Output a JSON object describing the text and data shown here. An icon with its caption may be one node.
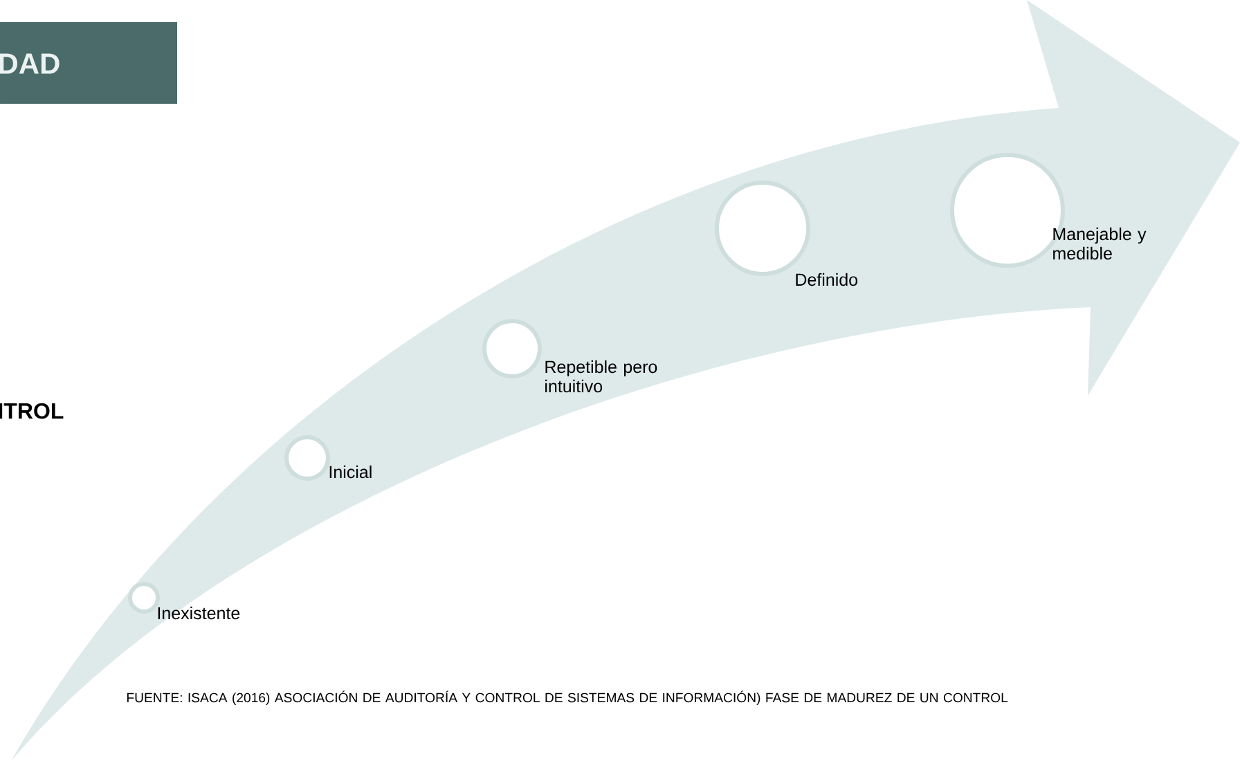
{
  "diagram": {
    "caption": "FUENTE: ISACA (2016) ASOCIACIÓN DE AUDITORÍA Y CONTROL DE SISTEMAS DE INFORMACIÓN) FASE DE MADUREZ DE UN CONTROL",
    "nodes": [
      {
        "text": [],
        "shape": "circle",
        "beside": [
          "Inexistente"
        ]
      },
      {
        "text": [],
        "shape": "circle",
        "beside": [
          "Inicial"
        ]
      },
      {
        "text": [],
        "shape": "circle",
        "beside": [
          "Repetible pero intuitivo"
        ]
      },
      {
        "text": [],
        "shape": "circle",
        "beside": [
          "Definido"
        ]
      },
      {
        "text": [],
        "shape": "circle",
        "beside": [
          "Manejable y medible"
        ]
      }
    ],
    "labels": [
      "DAD",
      "ITROL"
    ]
  }
}
